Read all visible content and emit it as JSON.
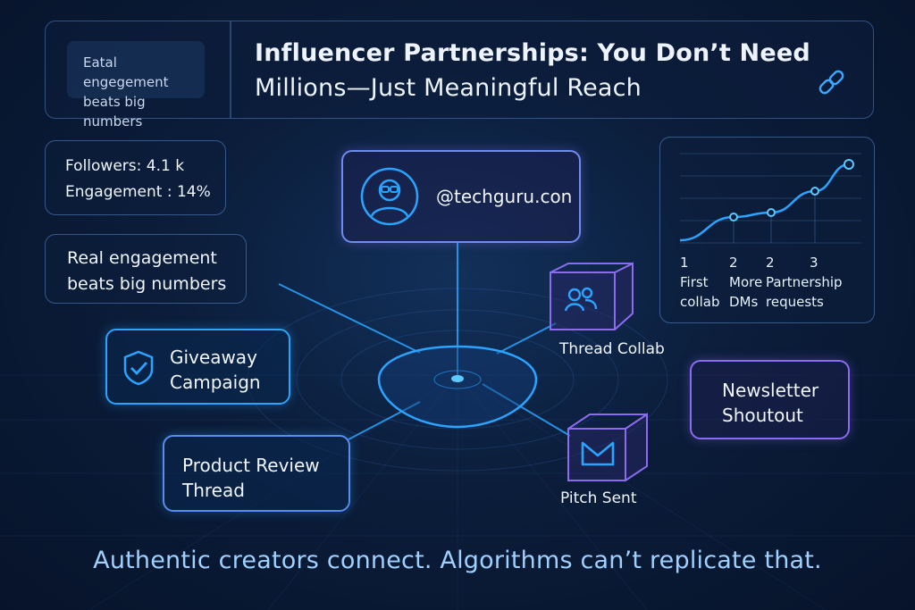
{
  "header": {
    "tag": [
      "Eatal engegement",
      "beats big numbers"
    ],
    "title_line1": "Influencer Partnerships: You Don’t Need",
    "title_line2": "Millions—Just Meaningful Reach"
  },
  "stats": {
    "followers": "Followers: 4.1 k",
    "engagement": "Engagement : 14%"
  },
  "real_engagement": [
    "Real engagement",
    "beats big numbers"
  ],
  "profile": {
    "handle": "@techguru.con"
  },
  "nodes": {
    "giveaway": [
      "Giveaway",
      "Campaign"
    ],
    "product_review": [
      "Product Review",
      "Thread"
    ],
    "thread_collab": "Thread Collab",
    "newsletter": [
      "Newsletter",
      "Shoutout"
    ],
    "pitch_sent": "Pitch Sent"
  },
  "chart_data": {
    "type": "line",
    "title": "",
    "xlabel": "",
    "ylabel": "",
    "grid": true,
    "values": [
      0.03,
      0.29,
      0.34,
      0.58,
      0.88
    ],
    "annotations": [
      {
        "num": "1",
        "label": [
          "First",
          "collab"
        ]
      },
      {
        "num": "2",
        "label": [
          "More",
          "DMs"
        ]
      },
      {
        "num": "2",
        "label": [
          "Partnership",
          "requests"
        ]
      },
      {
        "num": "3",
        "label": [
          "",
          ""
        ]
      }
    ],
    "line_color": "#2aa4ff"
  },
  "footer": "Authentic creators connect. Algorithms can’t replicate that.",
  "colors": {
    "accent": "#2aa4ff",
    "violet": "#8b6cf0",
    "background": "#0b1d3a"
  }
}
